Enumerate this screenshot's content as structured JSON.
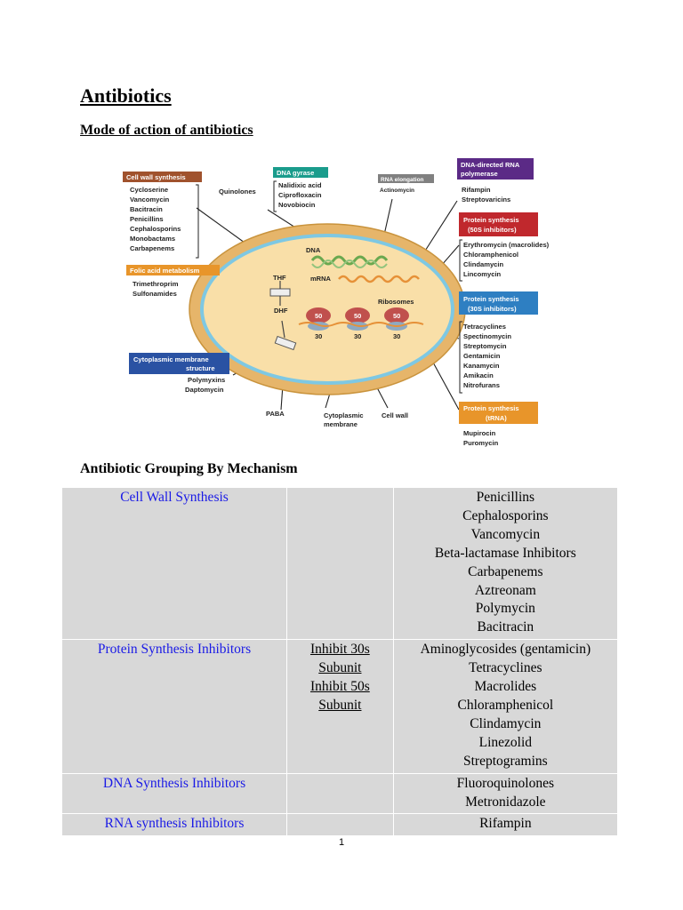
{
  "page": {
    "title": "Antibiotics",
    "section_title": "Mode of action of antibiotics",
    "table_heading": "Antibiotic Grouping By Mechanism",
    "page_number": "1"
  },
  "diagram": {
    "labels": {
      "cell_wall_synthesis": "Cell wall synthesis",
      "dna_gyrase": "DNA gyrase",
      "rna_elongation": "RNA elongation",
      "dna_directed_rna_polymerase_line1": "DNA-directed RNA",
      "dna_directed_rna_polymerase_line2": "polymerase",
      "protein_50s_line1": "Protein synthesis",
      "protein_50s_line2": "(50S inhibitors)",
      "folic_acid": "Folic acid metabolism",
      "protein_30s_line1": "Protein synthesis",
      "protein_30s_line2": "(30S inhibitors)",
      "cytoplasmic_membrane_line1": "Cytoplasmic membrane",
      "cytoplasmic_membrane_line2": "structure",
      "protein_trna_line1": "Protein synthesis",
      "protein_trna_line2": "(tRNA)"
    },
    "drugs": {
      "cell_wall": [
        "Cycloserine",
        "Vancomycin",
        "Bacitracin",
        "Penicillins",
        "Cephalosporins",
        "Monobactams",
        "Carbapenems"
      ],
      "quinolones_label": "Quinolones",
      "dna_gyrase": [
        "Nalidixic acid",
        "Ciprofloxacin",
        "Novobiocin"
      ],
      "rna_elongation": [
        "Actinomycin"
      ],
      "rna_polymerase": [
        "Rifampin",
        "Streptovaricins"
      ],
      "protein_50s": [
        "Erythromycin (macrolides)",
        "Chloramphenicol",
        "Clindamycin",
        "Lincomycin"
      ],
      "folic_acid": [
        "Trimethroprim",
        "Sulfonamides"
      ],
      "protein_30s": [
        "Tetracyclines",
        "Spectinomycin",
        "Streptomycin",
        "Gentamicin",
        "Kanamycin",
        "Amikacin",
        "Nitrofurans"
      ],
      "membrane": [
        "Polymyxins",
        "Daptomycin"
      ],
      "trna": [
        "Mupirocin",
        "Puromycin"
      ]
    },
    "cell_labels": {
      "dna": "DNA",
      "mrna": "mRNA",
      "thf": "THF",
      "dhf": "DHF",
      "ribosomes": "Ribosomes",
      "ribo_50": "50",
      "ribo_30": "30",
      "paba": "PABA",
      "cytoplasmic_membrane_line1": "Cytoplasmic",
      "cytoplasmic_membrane_line2": "membrane",
      "cell_wall": "Cell wall"
    },
    "colors": {
      "brown": "#a0522d",
      "teal": "#1a9c8c",
      "gray": "#808080",
      "purple": "#5b2a86",
      "red": "#c0282d",
      "orange": "#e8952a",
      "blue": "#2e7fc2",
      "navy": "#2a52a3",
      "cell_wall": "#e6b56a",
      "membrane": "#7ec8e3",
      "cytoplasm": "#f9dfa8"
    }
  },
  "table": {
    "rows": [
      {
        "group": "Cell Wall Synthesis",
        "subtype": [],
        "drugs": [
          "Penicillins",
          "Cephalosporins",
          "Vancomycin",
          "Beta-lactamase Inhibitors",
          "Carbapenems",
          "Aztreonam",
          "Polymycin",
          "Bacitracin"
        ]
      },
      {
        "group": "Protein Synthesis Inhibitors",
        "subtype": [
          "Inhibit 30s",
          "Subunit",
          "Inhibit 50s",
          "Subunit"
        ],
        "drugs": [
          "Aminoglycosides (gentamicin)",
          "Tetracyclines",
          "Macrolides",
          "Chloramphenicol",
          "Clindamycin",
          "Linezolid",
          "Streptogramins"
        ]
      },
      {
        "group": "DNA Synthesis Inhibitors",
        "subtype": [],
        "drugs": [
          "Fluoroquinolones",
          "Metronidazole"
        ]
      },
      {
        "group": "RNA synthesis Inhibitors",
        "subtype": [],
        "drugs": [
          "Rifampin"
        ]
      }
    ]
  }
}
